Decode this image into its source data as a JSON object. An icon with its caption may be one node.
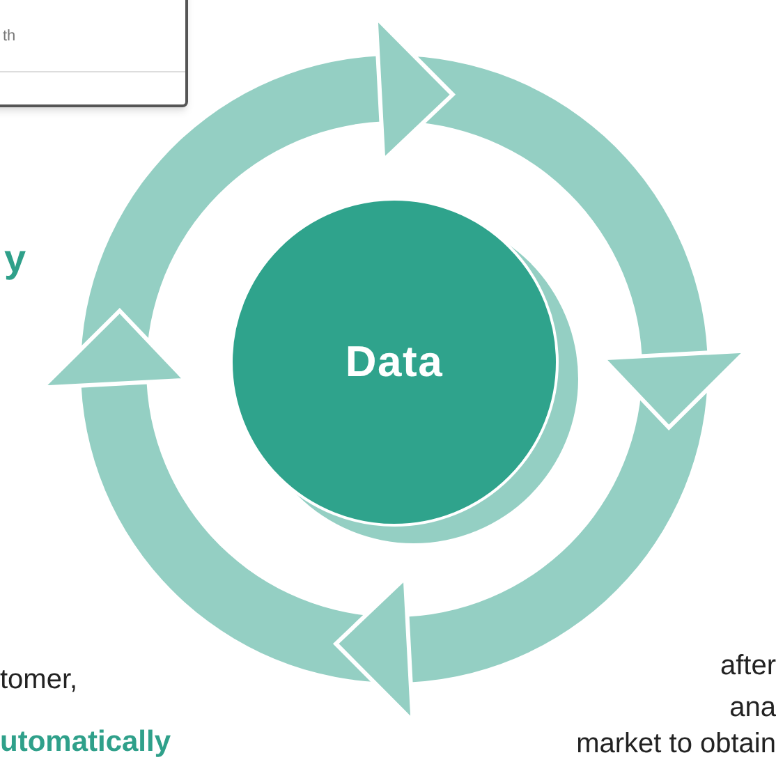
{
  "diagram": {
    "nodes": [
      {
        "text": [
          "th"
        ]
      },
      {
        "text": [
          "Data"
        ]
      }
    ],
    "labels": [
      "y",
      "tomer,",
      "utomatically",
      "after",
      "ana",
      "market to obtain"
    ]
  }
}
